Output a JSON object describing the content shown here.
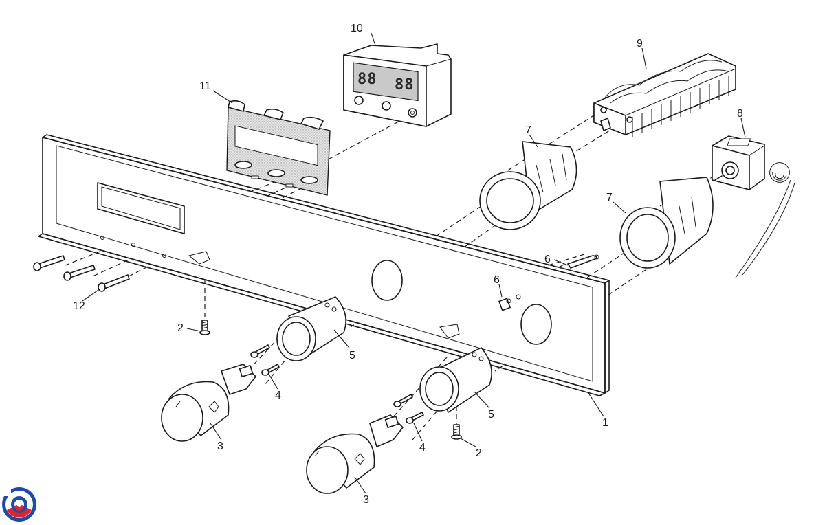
{
  "callouts": {
    "c1": "1",
    "c2a": "2",
    "c2b": "2",
    "c3a": "3",
    "c3b": "3",
    "c4a": "4",
    "c4b": "4",
    "c5a": "5",
    "c5b": "5",
    "c6a": "6",
    "c6b": "6",
    "c7a": "7",
    "c7b": "7",
    "c8": "8",
    "c9": "9",
    "c10": "10",
    "c11": "11",
    "c12": "12"
  },
  "timer_display": {
    "left": "88",
    "right": "88"
  },
  "logo": {
    "colors": [
      "#1f4aa8",
      "#d9262e",
      "#ffffff"
    ]
  }
}
